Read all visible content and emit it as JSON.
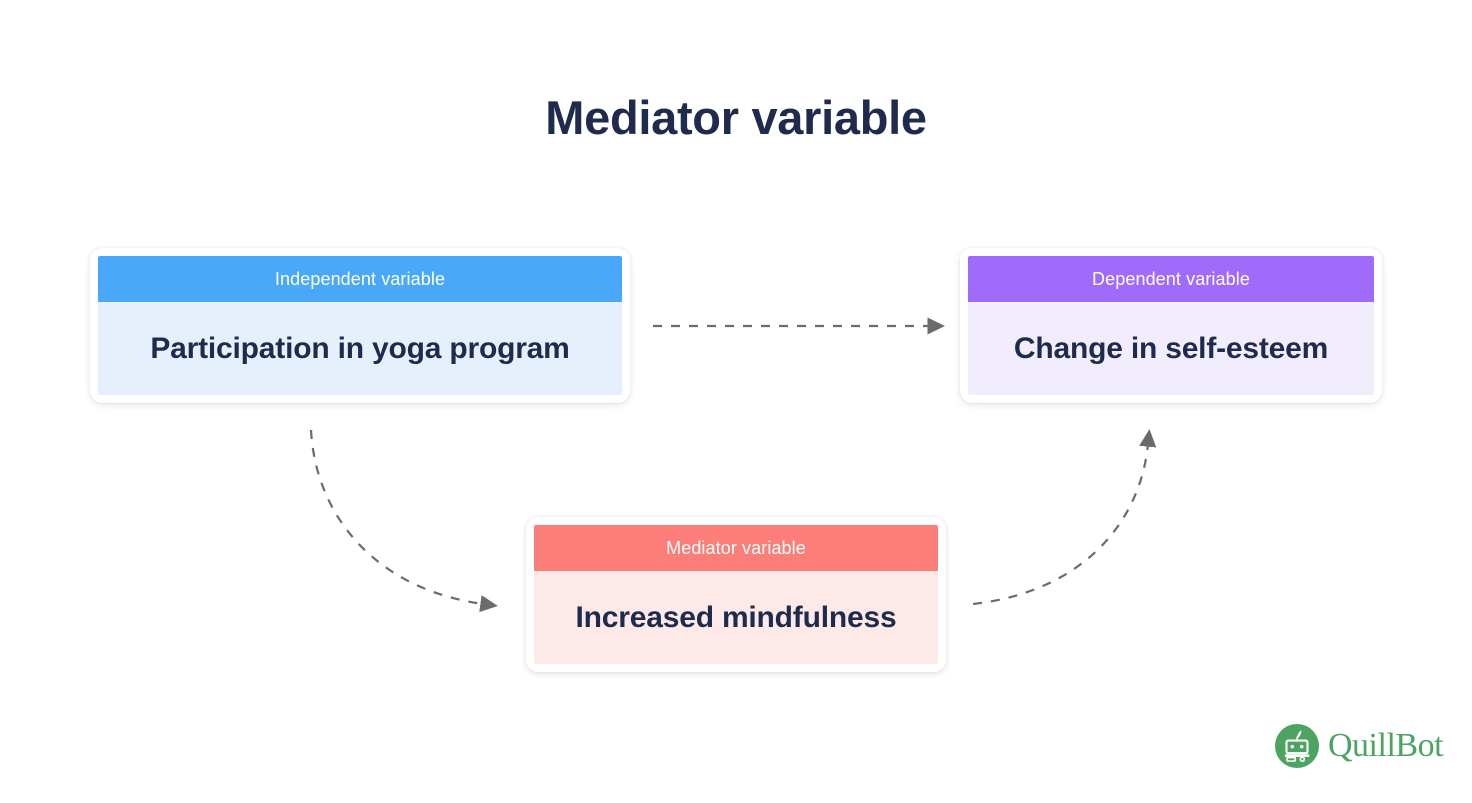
{
  "page": {
    "title": "Mediator variable",
    "background_color": "#ffffff",
    "title_color": "#1e2b4d"
  },
  "diagram": {
    "type": "mediation-model",
    "nodes": [
      {
        "id": "independent",
        "header": "Independent variable",
        "body": "Participation in yoga program",
        "header_color": "#4aa8fb",
        "body_color": "#e6f0fc",
        "text_color": "#1e2b4d"
      },
      {
        "id": "dependent",
        "header": "Dependent variable",
        "body": "Change in self-esteem",
        "header_color": "#a06bfb",
        "body_color": "#f1edfd",
        "text_color": "#1e2b4d"
      },
      {
        "id": "mediator",
        "header": "Mediator variable",
        "body": "Increased mindfulness",
        "header_color": "#fb7f78",
        "body_color": "#fdeae8",
        "text_color": "#1e2b4d"
      }
    ],
    "edges": [
      {
        "id": "independent-to-dependent",
        "from": "independent",
        "to": "dependent",
        "style": "dashed-straight",
        "color": "#6b6b6b"
      },
      {
        "id": "independent-to-mediator",
        "from": "independent",
        "to": "mediator",
        "style": "dashed-curved",
        "color": "#6b6b6b"
      },
      {
        "id": "mediator-to-dependent",
        "from": "mediator",
        "to": "dependent",
        "style": "dashed-curved",
        "color": "#6b6b6b"
      }
    ]
  },
  "branding": {
    "name": "QuillBot",
    "color": "#4ca362",
    "mark": "quillbot-robot-icon"
  }
}
